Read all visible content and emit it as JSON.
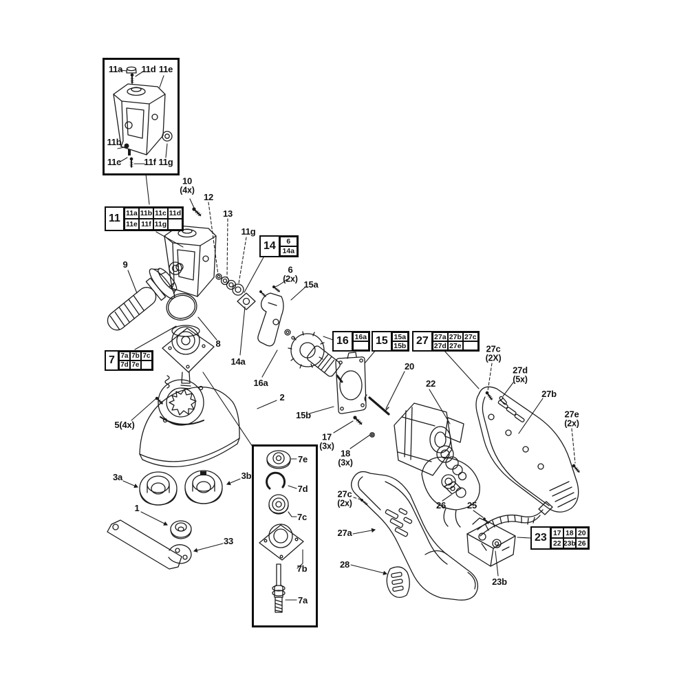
{
  "meta": {
    "title": "Angle grinder exploded parts diagram"
  },
  "colors": {
    "background": "#ffffff",
    "line": "#1a1a1a",
    "box_border": "#0d0d0d"
  },
  "labels": {
    "n10": {
      "text": "10",
      "sub": "(4x)"
    },
    "n12": {
      "text": "12"
    },
    "n13": {
      "text": "13"
    },
    "n11g_top": {
      "text": "11g"
    },
    "n9": {
      "text": "9"
    },
    "n6": {
      "text": "6",
      "sub": "(2x)"
    },
    "n15a": {
      "text": "15a"
    },
    "n8": {
      "text": "8"
    },
    "n14a": {
      "text": "14a"
    },
    "n16a": {
      "text": "16a"
    },
    "n2": {
      "text": "2"
    },
    "n15b": {
      "text": "15b"
    },
    "n5": {
      "text": "5(4x)"
    },
    "n20": {
      "text": "20"
    },
    "n22": {
      "text": "22"
    },
    "n17": {
      "text": "17",
      "sub": "(3x)"
    },
    "n18": {
      "text": "18",
      "sub": "(3x)"
    },
    "n27c_top": {
      "text": "27c",
      "sub": "(2X)"
    },
    "n27d": {
      "text": "27d",
      "sub": "(5x)"
    },
    "n27b": {
      "text": "27b"
    },
    "n27e": {
      "text": "27e",
      "sub": "(2x)"
    },
    "n3a": {
      "text": "3a"
    },
    "n3b": {
      "text": "3b"
    },
    "n1": {
      "text": "1"
    },
    "n33": {
      "text": "33"
    },
    "n27c_bot": {
      "text": "27c",
      "sub": "(2x)"
    },
    "n27a": {
      "text": "27a"
    },
    "n28": {
      "text": "28"
    },
    "n26": {
      "text": "26"
    },
    "n25": {
      "text": "25"
    },
    "n23b": {
      "text": "23b"
    }
  },
  "inset_top": {
    "l11a": "11a",
    "l11d": "11d",
    "l11e": "11e",
    "l11b": "11b",
    "l11c": "11c",
    "l11f": "11f",
    "l11g": "11g"
  },
  "inset_bottom": {
    "l7e": "7e",
    "l7d": "7d",
    "l7c": "7c",
    "l7b": "7b",
    "l7a": "7a"
  },
  "callouts": {
    "c11": {
      "key": "11",
      "cells": [
        "11a",
        "11b",
        "11c",
        "11d",
        "11e",
        "11f",
        "11g",
        ""
      ]
    },
    "c14": {
      "key": "14",
      "cells": [
        "6",
        "14a"
      ]
    },
    "c16": {
      "key": "16",
      "cells": [
        "16a",
        ""
      ]
    },
    "c15": {
      "key": "15",
      "cells": [
        "15a",
        "15b"
      ]
    },
    "c27": {
      "key": "27",
      "cells": [
        "27a",
        "27b",
        "27c",
        "27d",
        "27e",
        ""
      ]
    },
    "c7": {
      "key": "7",
      "cells": [
        "7a",
        "7b",
        "7c",
        "7d",
        "7e",
        ""
      ]
    },
    "c23": {
      "key": "23",
      "cells": [
        "17",
        "18",
        "20",
        "22",
        "23b",
        "26"
      ]
    }
  }
}
